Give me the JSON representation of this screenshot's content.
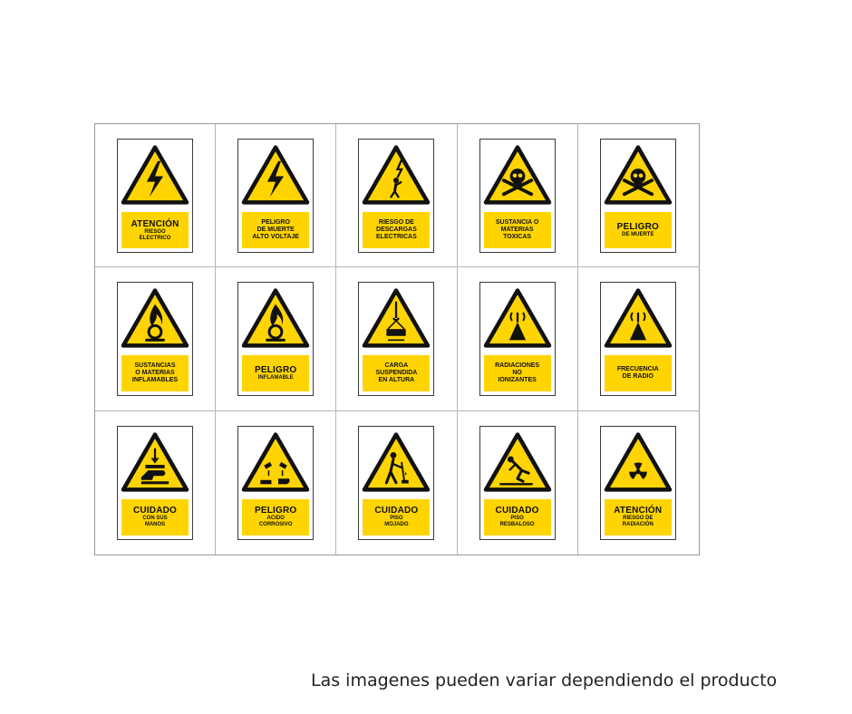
{
  "caption": "Las imagenes pueden variar dependiendo el producto",
  "colors": {
    "sign_yellow": "#ffd400",
    "symbol_black": "#111111"
  },
  "signs": [
    {
      "icon": "electric-bolt-icon",
      "head": "ATENCIÓN",
      "sub": "RIESGO\nELECTRICO",
      "body": ""
    },
    {
      "icon": "electric-bolt-icon",
      "head": "",
      "sub": "",
      "body": "PELIGRO\nDE MUERTE\nALTO VOLTAJE"
    },
    {
      "icon": "electric-discharge-person-icon",
      "head": "",
      "sub": "",
      "body": "RIESGO DE\nDESCARGAS\nELECTRICAS"
    },
    {
      "icon": "skull-crossbones-icon",
      "head": "",
      "sub": "",
      "body": "SUSTANCIA O\nMATERIAS\nTOXICAS"
    },
    {
      "icon": "skull-crossbones-icon",
      "head": "PELIGRO",
      "sub": "DE MUERTE",
      "body": ""
    },
    {
      "icon": "flame-over-circle-icon",
      "head": "",
      "sub": "",
      "body": "SUSTANCIAS\nO MATERIAS\nINFLAMABLES"
    },
    {
      "icon": "flame-over-circle-icon",
      "head": "PELIGRO",
      "sub": "INFLAMABLE",
      "body": ""
    },
    {
      "icon": "suspended-load-icon",
      "head": "",
      "sub": "",
      "body": "CARGA\nSUSPENDIDA\nEN ALTURA"
    },
    {
      "icon": "non-ionizing-radiation-icon",
      "head": "",
      "sub": "",
      "body": "RADIACIONES\nNO\nIONIZANTES"
    },
    {
      "icon": "radio-frequency-icon",
      "head": "",
      "sub": "",
      "body": "FRECUENCIA\nDE RADIO"
    },
    {
      "icon": "hand-crush-icon",
      "head": "CUIDADO",
      "sub": "CON SUS\nMANOS",
      "body": ""
    },
    {
      "icon": "corrosive-icon",
      "head": "PELIGRO",
      "sub": "ACIDO\nCORROSIVO",
      "body": ""
    },
    {
      "icon": "wet-floor-icon",
      "head": "CUIDADO",
      "sub": "PISO\nMOJADO",
      "body": ""
    },
    {
      "icon": "slippery-floor-icon",
      "head": "CUIDADO",
      "sub": "PISO\nRESBALOSO",
      "body": ""
    },
    {
      "icon": "radiation-trefoil-icon",
      "head": "ATENCIÓN",
      "sub": "RIESGO DE\nRADIACIÓN",
      "body": ""
    }
  ]
}
